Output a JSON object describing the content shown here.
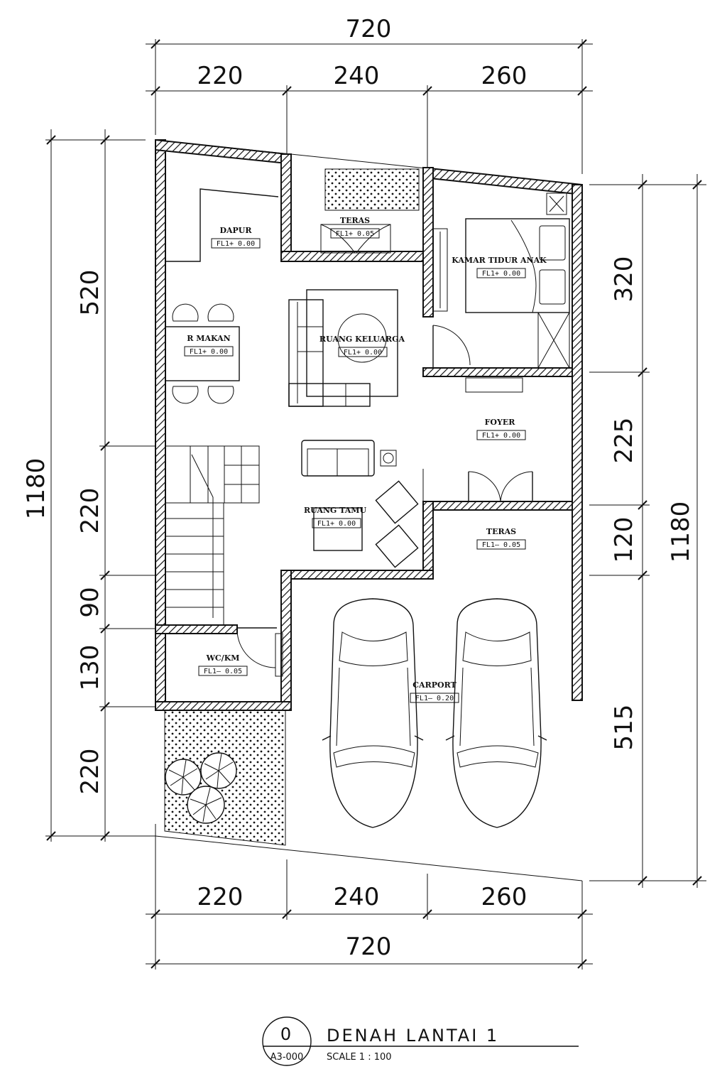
{
  "dimensions": {
    "top_total": "720",
    "top_segments": [
      "220",
      "240",
      "260"
    ],
    "bottom_segments": [
      "220",
      "240",
      "260"
    ],
    "bottom_total": "720",
    "left_total": "1180",
    "left_segments": [
      "520",
      "220",
      "90",
      "130",
      "220"
    ],
    "right_segments": [
      "320",
      "225",
      "120",
      "515"
    ],
    "right_total": "1180"
  },
  "rooms": [
    {
      "name": "DAPUR",
      "level": "FL1+ 0.00"
    },
    {
      "name": "TERAS",
      "level": "FL1+ 0.05"
    },
    {
      "name": "KAMAR TIDUR ANAK",
      "level": "FL1+ 0.00"
    },
    {
      "name": "R MAKAN",
      "level": "FL1+ 0.00"
    },
    {
      "name": "RUANG KELUARGA",
      "level": "FL1+ 0.00"
    },
    {
      "name": "FOYER",
      "level": "FL1+ 0.00"
    },
    {
      "name": "RUANG TAMU",
      "level": "FL1+ 0.00"
    },
    {
      "name": "TERAS",
      "level": "FL1— 0.05"
    },
    {
      "name": "WC/KM",
      "level": "FL1— 0.05"
    },
    {
      "name": "CARPORT",
      "level": "FL1— 0.20"
    }
  ],
  "title_block": {
    "number": "0",
    "sheet": "A3-000",
    "title": "DENAH LANTAI 1",
    "scale": "SCALE 1 : 100"
  }
}
